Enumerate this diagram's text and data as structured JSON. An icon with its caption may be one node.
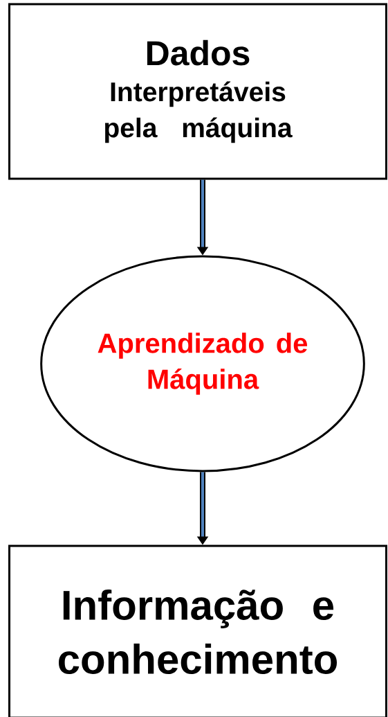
{
  "diagram": {
    "nodes": [
      {
        "text": [
          "Dados",
          "Interpretáveis pela máquina"
        ]
      },
      {
        "text": [
          "Aprendizado de Máquina"
        ]
      },
      {
        "text": [
          "Informação e conhecimento"
        ]
      }
    ],
    "edges": [
      {
        "from": 0,
        "to": 1,
        "arrow": "to"
      },
      {
        "from": 1,
        "to": 2,
        "arrow": "to"
      }
    ]
  }
}
